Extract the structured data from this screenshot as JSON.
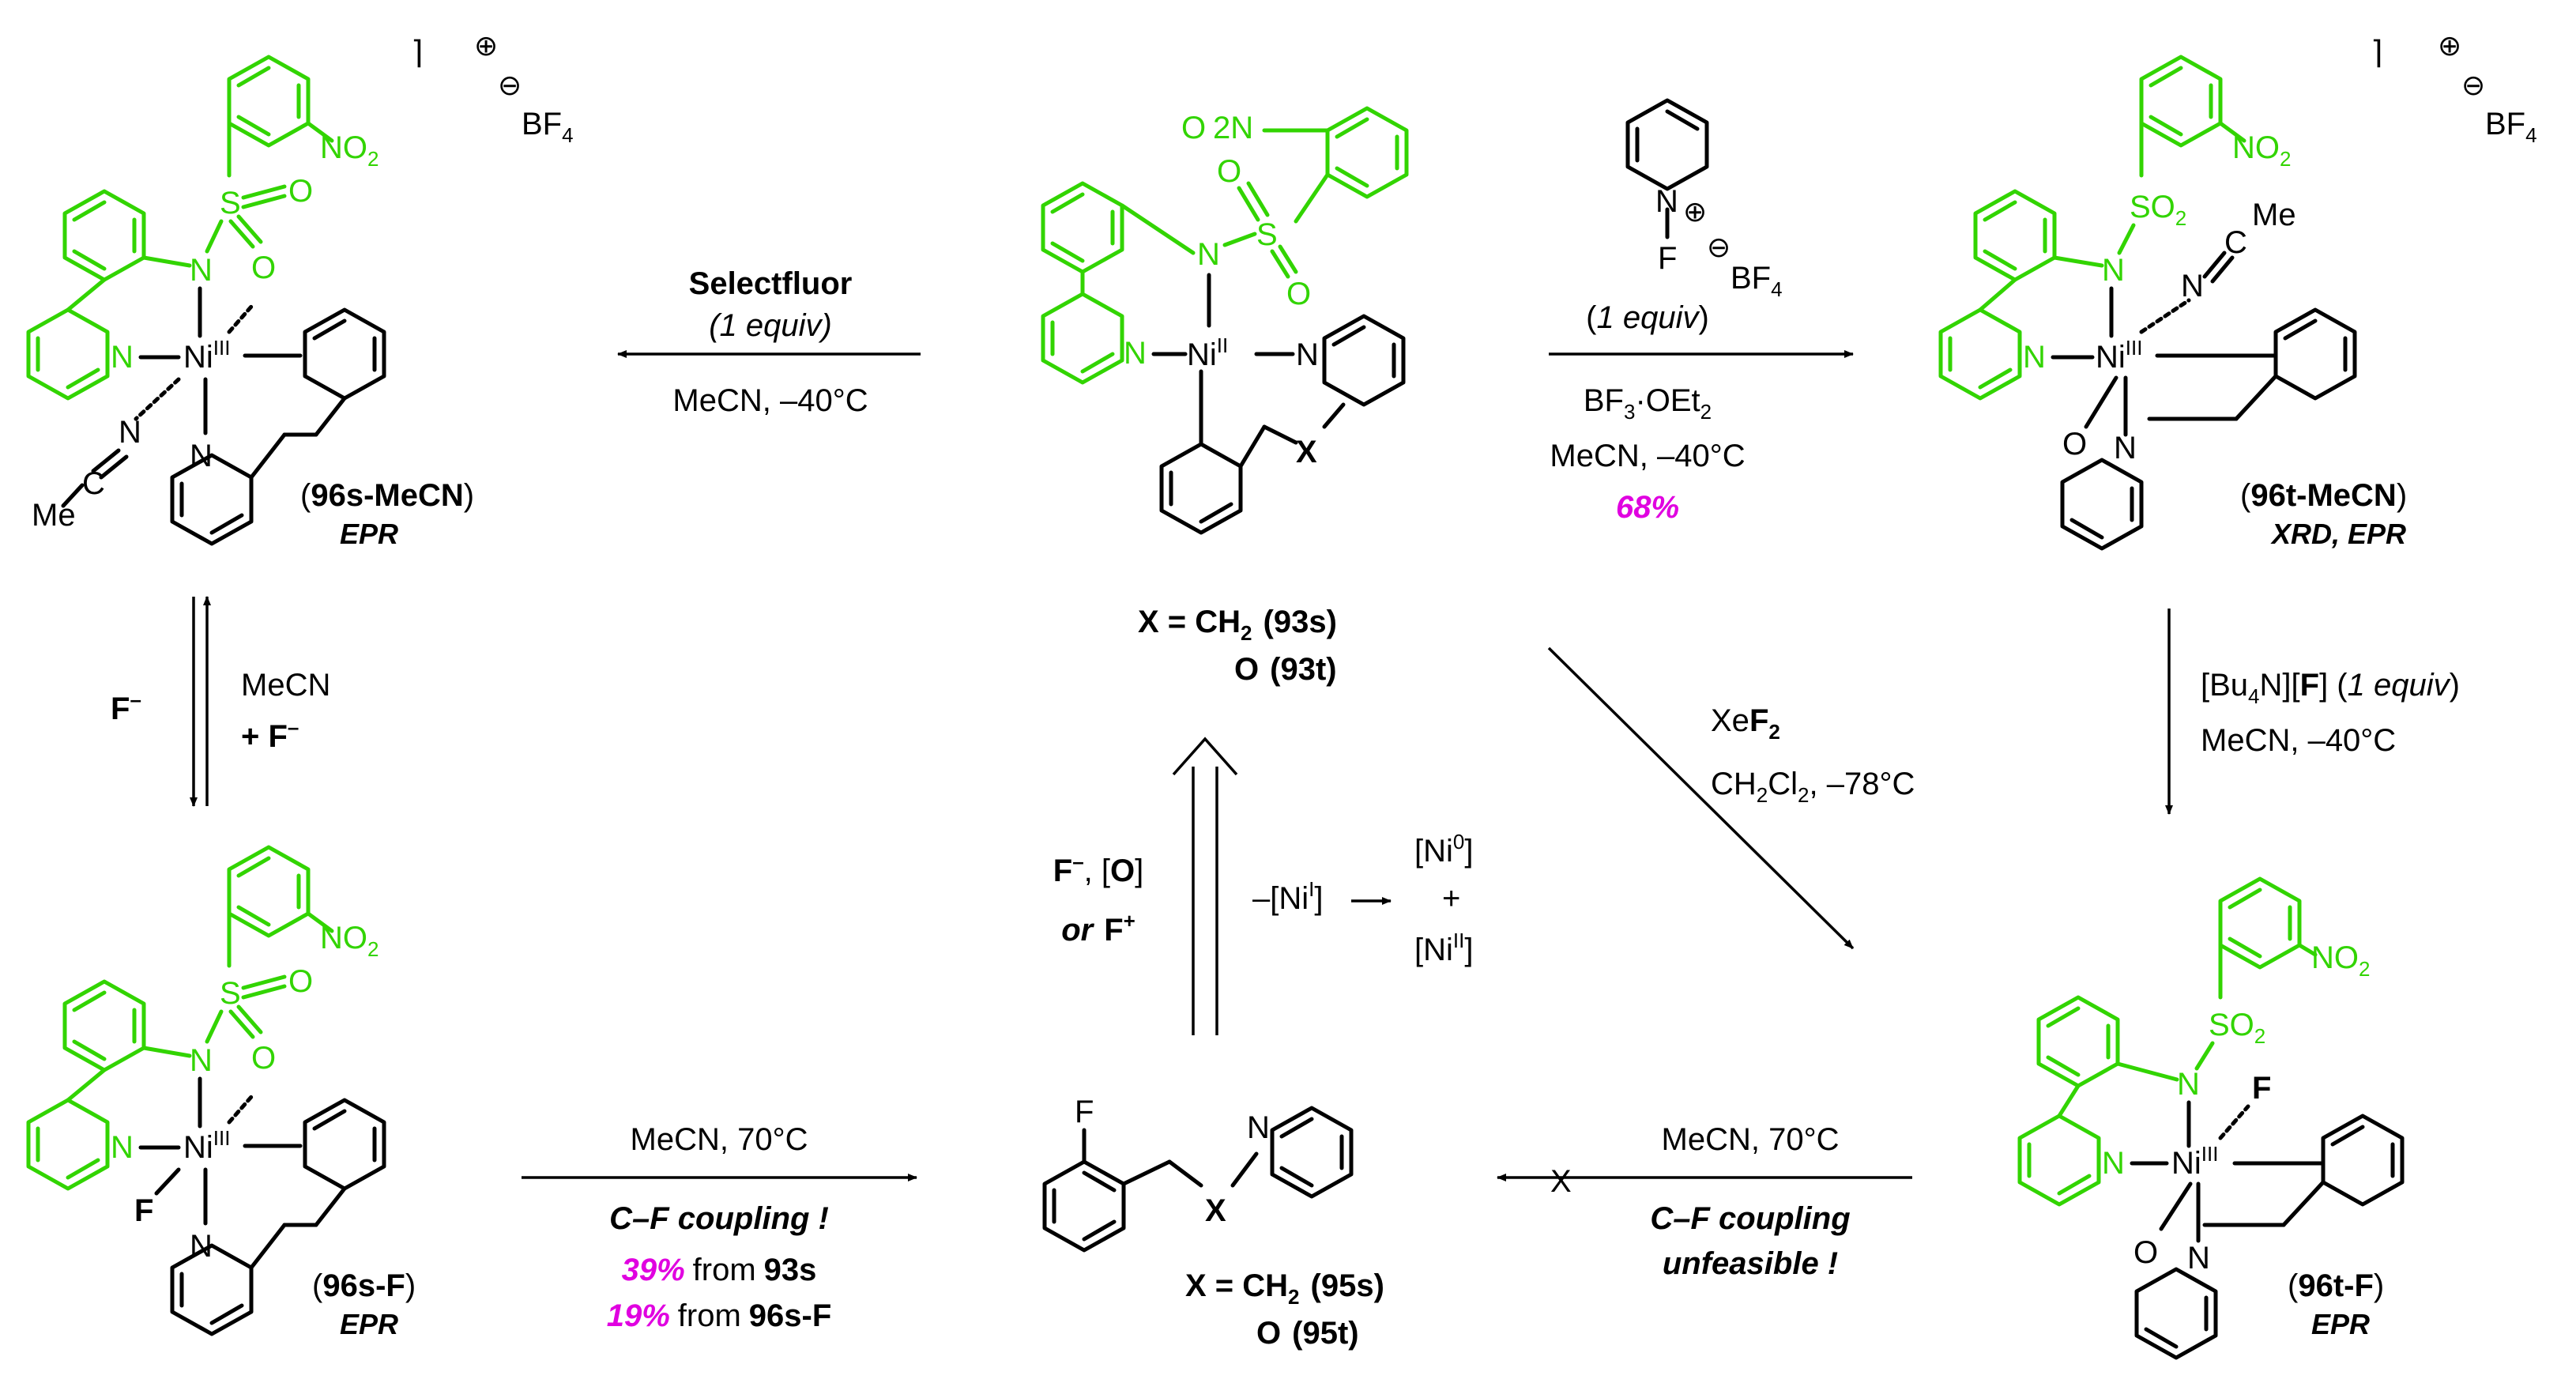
{
  "colors": {
    "ligand_green": "#32d400",
    "yield_magenta": "#e000e0",
    "ink": "#000000"
  },
  "compounds": {
    "c96s_MeCN": {
      "label_pre": "(",
      "label_id": "96s-MeCN",
      "label_post": ")",
      "method": "EPR",
      "ni": "Ni",
      "ni_ox": "III",
      "nitro": "NO",
      "nitro_sub": "2",
      "counter_ion": "BF",
      "counter_sub": "4",
      "me": "Me"
    },
    "c93": {
      "line1_x": "X = CH",
      "line1_sub": "2",
      "line1_id": "(93s)",
      "line2_o": "O",
      "line2_id": "(93t)",
      "ni": "Ni",
      "ni_ox": "II",
      "nitro": "O",
      "nitro_pre": "2",
      "nitro_n": "N",
      "xatom": "X"
    },
    "c96t_MeCN": {
      "label_pre": "(",
      "label_id": "96t-MeCN",
      "label_post": ")",
      "method": "XRD, EPR",
      "ni": "Ni",
      "ni_ox": "III",
      "nitro": "NO",
      "nitro_sub": "2",
      "so2": "SO",
      "so2_sub": "2",
      "counter_ion": "BF",
      "counter_sub": "4",
      "me": "Me"
    },
    "c96s_F": {
      "label_pre": "(",
      "label_id": "96s-F",
      "label_post": ")",
      "method": "EPR",
      "ni": "Ni",
      "ni_ox": "III",
      "nitro": "NO",
      "nitro_sub": "2"
    },
    "c95": {
      "line1_x": "X = CH",
      "line1_sub": "2",
      "line1_id": "(95s)",
      "line2_o": "O",
      "line2_id": "(95t)",
      "xatom": "X"
    },
    "c96t_F": {
      "label_pre": "(",
      "label_id": "96t-F",
      "label_post": ")",
      "method": "EPR",
      "ni": "Ni",
      "ni_ox": "III",
      "nitro": "NO",
      "nitro_sub": "2",
      "so2": "SO",
      "so2_sub": "2"
    }
  },
  "reactions": {
    "selectfluor": {
      "reagent": "Selectfluor",
      "equiv": "(1 equiv)",
      "conditions": "MeCN, –40°C"
    },
    "nfpy": {
      "reagent_f": "F",
      "reagent_bf": "BF",
      "reagent_bf_sub": "4",
      "equiv_pre": "(",
      "equiv_num": "1 equiv",
      "equiv_post": ")",
      "additive": "BF",
      "additive_sub": "3",
      "additive_rest": "·OEt",
      "additive_sub2": "2",
      "conditions": "MeCN, –40°C",
      "yield": "68%"
    },
    "equilibrium": {
      "left": "F",
      "left_sup": "–",
      "right1": "MeCN",
      "right2": "+ F",
      "right2_sup": "–"
    },
    "bu4nf": {
      "line1_a": "[Bu",
      "line1_sub": "4",
      "line1_b": "N][",
      "line1_f": "F",
      "line1_c": "] (",
      "line1_equiv": "1 equiv",
      "line1_d": ")",
      "line2": "MeCN, –40°C"
    },
    "xef2": {
      "reagent_a": "Xe",
      "reagent_b": "F",
      "reagent_sub": "2",
      "cond_a": "CH",
      "cond_sub1": "2",
      "cond_b": "Cl",
      "cond_sub2": "2",
      "cond_c": ", –78°C"
    },
    "coupling_s": {
      "conditions": "MeCN, 70°C",
      "note": "C–F coupling !",
      "yield1": "39%",
      "yield1_rest": "from",
      "yield1_id": "93s",
      "yield2": "19%",
      "yield2_rest": "from",
      "yield2_id": "96s-F"
    },
    "coupling_t": {
      "conditions": "MeCN, 70°C",
      "note1": "C–F coupling",
      "note2": "unfeasible !",
      "blocked": "X"
    },
    "regeneration": {
      "line1_f": "F",
      "line1_sup": "–",
      "line1_rest": ", [",
      "line1_o": "O",
      "line1_end": "]",
      "line2_or": "or",
      "line2_f": "F",
      "line2_sup": "+",
      "side": "–[Ni",
      "side_sup": "I",
      "side_end": "]",
      "prod1": "[Ni",
      "prod1_sup": "0",
      "prod1_end": "]",
      "plus": "+",
      "prod2": "[Ni",
      "prod2_sup": "II",
      "prod2_end": "]"
    }
  }
}
